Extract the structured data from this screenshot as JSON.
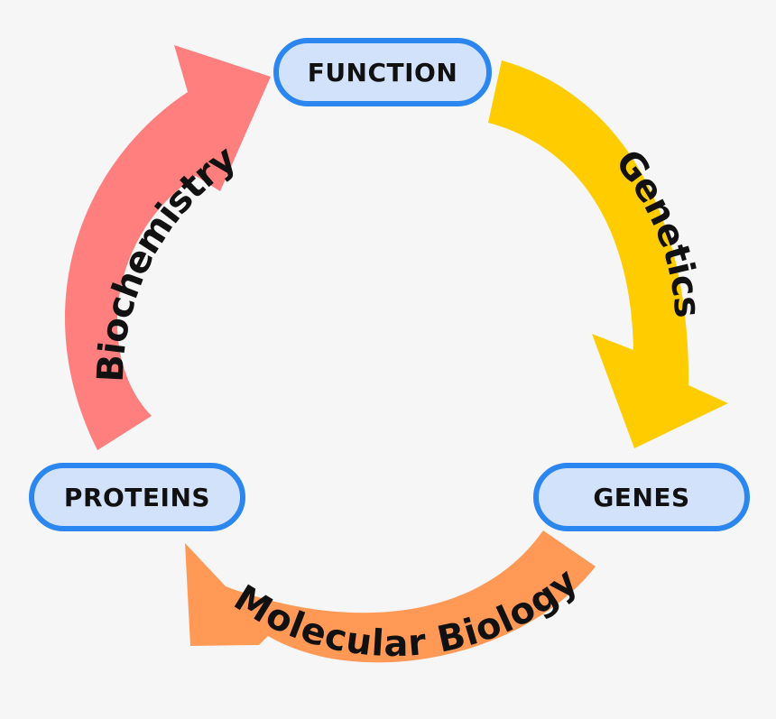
{
  "nodes": {
    "function": "FUNCTION",
    "proteins": "PROTEINS",
    "genes": "GENES"
  },
  "arrows": {
    "biochemistry": {
      "label": "Biochemistry",
      "color": "#ff7f7f"
    },
    "genetics": {
      "label": "Genetics",
      "color": "#ffcc00"
    },
    "molecular_biology": {
      "label": "Molecular Biology",
      "color": "#ff9955"
    }
  },
  "colors": {
    "node_fill": "#d3e2fb",
    "node_border": "#2b86f0",
    "background": "#f6f6f7"
  }
}
